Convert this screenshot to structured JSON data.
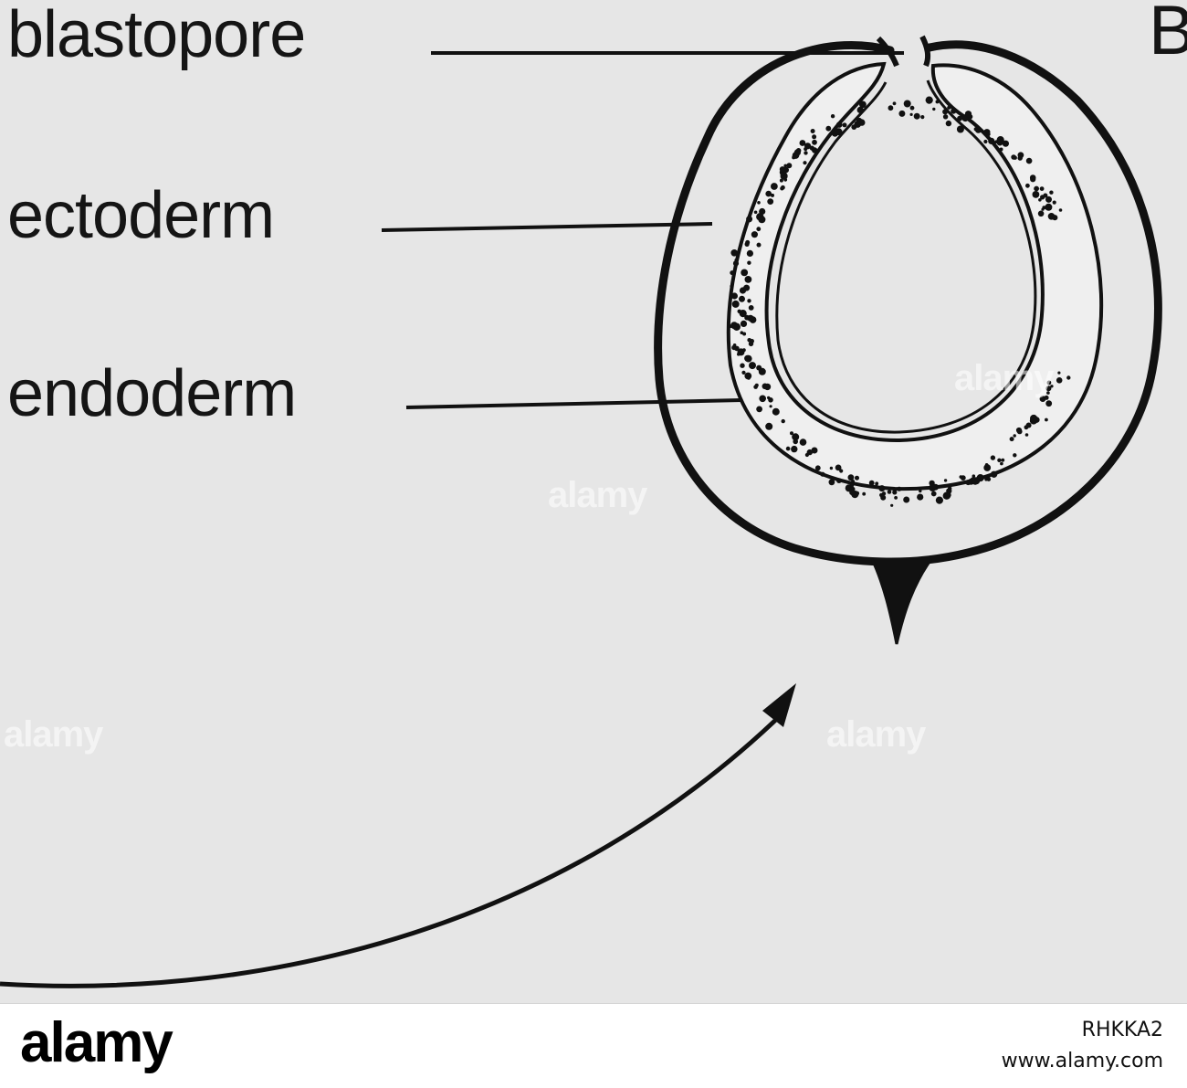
{
  "diagram": {
    "labels": {
      "blastopore": "blastopore",
      "ectoderm": "ectoderm",
      "endoderm": "endoderm"
    },
    "panel_letter": "B",
    "watermark_text": "alamy"
  },
  "footer": {
    "logo": "alamy",
    "image_id": "RHKKA2",
    "url": "www.alamy.com"
  },
  "colors": {
    "line": "#111111",
    "background": "#e6e6e6",
    "footer_bg": "#ffffff"
  }
}
